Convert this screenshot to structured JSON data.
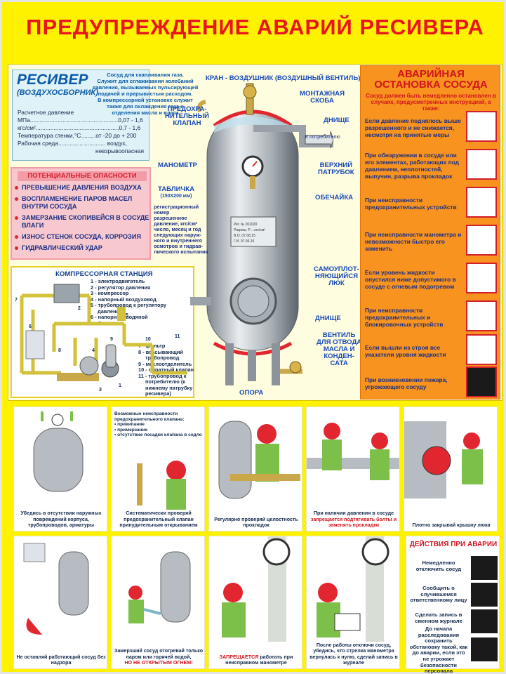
{
  "title": "ПРЕДУПРЕЖДЕНИЕ АВАРИЙ РЕСИВЕРА",
  "receiver": {
    "name": "РЕСИВЕР",
    "subtitle": "(ВОЗДУХОСБОРНИК)",
    "description": [
      "Сосуд для скапливания газа.",
      "Служит для сглаживания колебаний",
      "давления, вызываемых пульсирующей",
      "подачей и прерывистым расходом.",
      "В компрессорной установке служит",
      "также для охлаждения газа и",
      "отделения масла и влаги"
    ],
    "params": {
      "l1": "Расчетное давление",
      "l2": "МПа......................................................0,07 - 1,6",
      "l3": "кгс/см²...................................................0,7 - 1,6",
      "l4": "Температура стенки,°С.........от -20 до + 200",
      "l5": "Рабочая среда............................. воздух,",
      "l6": "невзрывоопасная"
    }
  },
  "hazards": {
    "heading": "ПОТЕНЦИАЛЬНЫЕ ОПАСНОСТИ",
    "items": [
      "ПРЕВЫШЕНИЕ ДАВЛЕНИЯ ВОЗДУХА",
      "ВОСПЛАМЕНЕНИЕ ПАРОВ МАСЕЛ ВНУТРИ СОСУДА",
      "ЗАМЕРЗАНИЕ СКОПИВЕЙСЯ В СОСУДЕ ВЛАГИ",
      "ИЗНОС СТЕНОК СОСУДА, КОРРОЗИЯ",
      "ГИДРАВЛИЧЕСКИЙ УДАР"
    ]
  },
  "station": {
    "title": "КОМПРЕССОРНАЯ СТАНЦИЯ",
    "legend": [
      "1 - электродвигатель",
      "2 - регулятор давления",
      "3 - компрессор",
      "4 - напорный воздуховод",
      "5 - трубопровод к регулятору",
      "давления",
      "6 - напорный водяной",
      "бачок"
    ],
    "legend2": [
      "7 - фильтр",
      "8 - всасывающий",
      "трубопровод",
      "9 - маслоотделитель",
      "10 - обратный клапан",
      "11 - трубопровод к",
      "потребителю (к",
      "нижнему патрубку",
      "ресивера)"
    ],
    "numbers": [
      "1",
      "2",
      "3",
      "4",
      "5",
      "6",
      "7",
      "8",
      "9",
      "10",
      "11"
    ]
  },
  "diagram": {
    "valve": "КРАН - ВОЗДУШНИК (ВОЗДУШНЫЙ ВЕНТИЛЬ)",
    "safety1": "ПРЕДОХРА-",
    "safety2": "НИТЕЛЬНЫЙ",
    "safety3": "КЛАПАН",
    "bracket1": "МОНТАЖНАЯ",
    "bracket2": "СКОБА",
    "head": "ДНИЩЕ",
    "consumer": "К потребителю",
    "top_pipe1": "ВЕРХНИЙ",
    "top_pipe2": "ПАТРУБОК",
    "gauge": "МАНОМЕТР",
    "plate1": "ТАБЛИЧКА",
    "plate2": "(150Х200 мм)",
    "plate_items": [
      "регистрационный",
      "номер",
      "разрешенное",
      "давление, кгс/см²",
      "число, месяц и год",
      "следующих наруж-",
      "ного и внутреннего",
      "осмотров и гидрав-",
      "лического испытания"
    ],
    "shell": "ОБЕЧАЙКА",
    "hatch1": "САМОУПЛОТ-",
    "hatch2": "НЯЮЩИЙСЯ",
    "hatch3": "ЛЮК",
    "bottom": "ДНИЩЕ",
    "drain1": "ВЕНТИЛЬ",
    "drain2": "ДЛЯ ОТВОДА",
    "drain3": "МАСЛА И",
    "drain4": "КОНДЕН-",
    "drain5": "САТА",
    "support": "ОПОРА",
    "plate_text": [
      "Рег. № 202020",
      "Разреш. Р ...кгс/см²",
      "В.О. 07.08.15",
      "Г.И. 07.06.15"
    ]
  },
  "emergency": {
    "title1": "АВАРИЙНАЯ",
    "title2": "ОСТАНОВКА СОСУДА",
    "intro": "Сосуд должен быть немедленно остановлен в случаях, предусмотренных инструкцией, а также:",
    "items": [
      "Если давление поднялось выше разрешенного и не снижается, несмотря на принятые меры",
      "При обнаружении в сосуде или его элементах, работающих под давлением, неплотностей, выпучин, разрыва прокладок",
      "При неисправности предохранительных устройств",
      "При неисправности манометра и невозможности быстро его заменить",
      "Если уровень жидкости опустился ниже допустимого в сосуде с огневым подогревом",
      "При неисправности предохранительных и блокировочных устройств",
      "Если вышли из строя все указатели уровня жидкости",
      "При возникновении пожара, угрожающего сосуду"
    ],
    "icons": [
      "gauge-high-icon",
      "leak-icon",
      "safety-valve-icon",
      "broken-gauge-icon",
      "level-glass-icon",
      "interlock-icon",
      "level-indicator-icon",
      "fire-icon"
    ]
  },
  "panels": {
    "p1": "Убедись в отсутствии наружных повреждений корпуса, трубопроводов, арматуры",
    "p2a": "Возможные неисправности предохранительного клапана:",
    "p2b": "• прикипание",
    "p2c": "• примерзание",
    "p2d": "• отсутствие посадки клапана в седло",
    "p2": "Систематически проверяй предохранительный клапан принудительным открыванием",
    "p3": "Регулярно проверяй целостность прокладок",
    "p4a": "При наличии давления в сосуде",
    "p4b": "запрещается подтягивать болты и заменять прокладки",
    "p5": "Плотно закрывай крышку люка",
    "p6": "Не оставляй работающий сосуд без надзора",
    "p7a": "Замерзший сосуд отогревай только паром или горячей водой,",
    "p7b": "НО НЕ ОТКРЫТЫМ ОГНЕМ!",
    "p8a": "ЗАПРЕЩАЕТСЯ",
    "p8b": "работать при неисправном манометре",
    "p9": "После работы отключи сосуд, убедись, что стрелка манометра вернулась к нулю, сделай запись в журнале"
  },
  "actions": {
    "title": "ДЕЙСТВИЯ ПРИ АВАРИИ",
    "items": [
      "Немедленно отключить сосуд",
      "Сообщить о случившемся ответственному лицу",
      "Сделать запись в сменном журнале",
      "До начала расследования сохранить обстановку такой, как до аварии, если это не угрожает безопасности персонала"
    ]
  },
  "colors": {
    "title_red": "#e8141e",
    "label_blue": "#1649b8",
    "panel_orange": "#f7931e",
    "background_yellow": "#fff200"
  }
}
